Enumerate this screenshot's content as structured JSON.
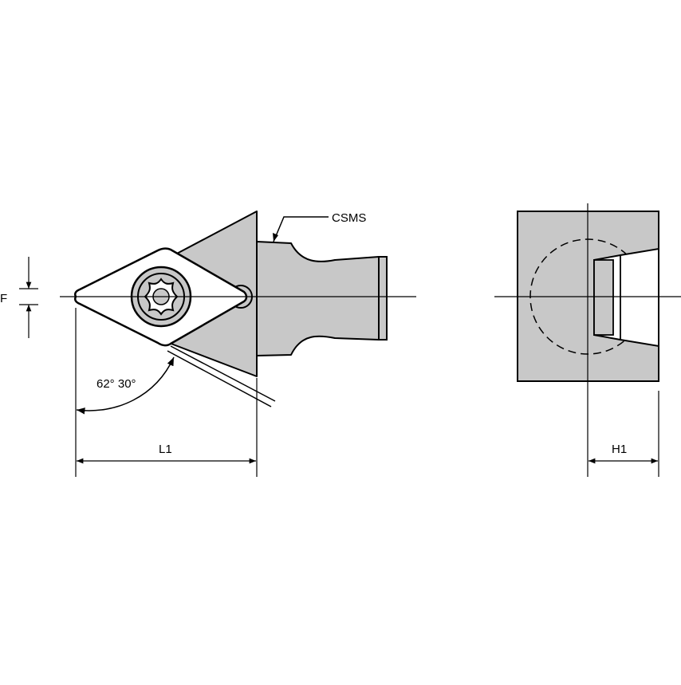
{
  "labels": {
    "csms": "CSMS",
    "f": "F",
    "angle": "62° 30°",
    "l1": "L1",
    "h1": "H1"
  },
  "colors": {
    "line": "#000000",
    "body_fill": "#c8c8c8",
    "insert_fill": "#ffffff",
    "background": "#ffffff"
  }
}
